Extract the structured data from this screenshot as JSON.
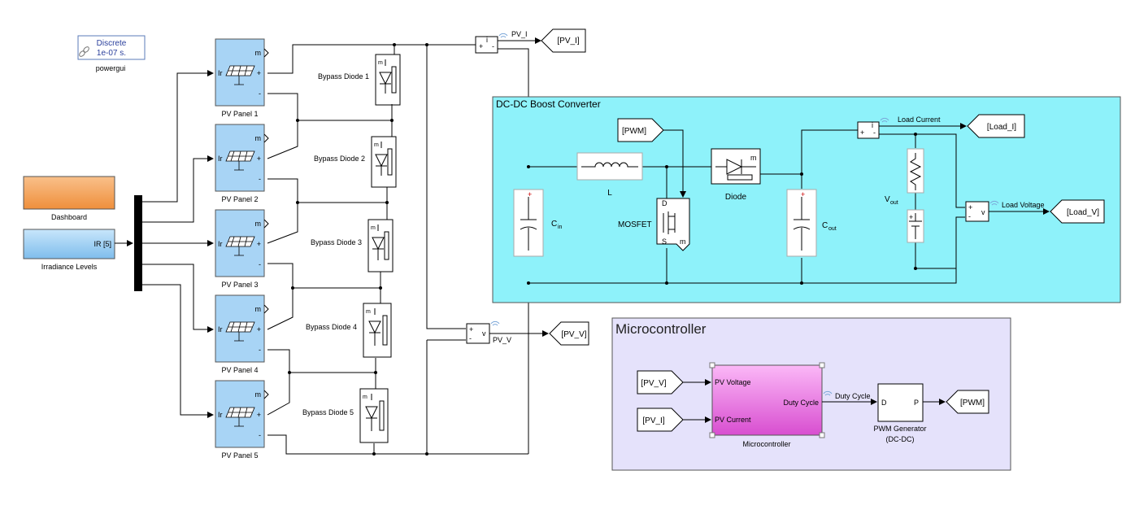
{
  "powergui": {
    "line1": "Discrete",
    "line2": "1e-07 s.",
    "label": "powergui"
  },
  "dashboard": {
    "label": "Dashboard",
    "color": "#f4a460"
  },
  "irradiance": {
    "port": "IR [5]",
    "label": "Irradiance Levels",
    "color": "#a8d4f5"
  },
  "panels": [
    {
      "label": "PV Panel 1",
      "port_in": "Ir",
      "port_m": "m",
      "port_plus": "+",
      "port_minus": "-"
    },
    {
      "label": "PV Panel 2",
      "port_in": "Ir",
      "port_m": "m",
      "port_plus": "+",
      "port_minus": "-"
    },
    {
      "label": "PV Panel 3",
      "port_in": "Ir",
      "port_m": "m",
      "port_plus": "+",
      "port_minus": "-"
    },
    {
      "label": "PV Panel 4",
      "port_in": "Ir",
      "port_m": "m",
      "port_plus": "+",
      "port_minus": "-"
    },
    {
      "label": "PV Panel 5",
      "port_in": "Ir",
      "port_m": "m",
      "port_plus": "+",
      "port_minus": "-"
    }
  ],
  "diodes": [
    {
      "label": "Bypass Diode 1"
    },
    {
      "label": "Bypass Diode 2"
    },
    {
      "label": "Bypass Diode 3"
    },
    {
      "label": "Bypass Diode 4"
    },
    {
      "label": "Bypass Diode 5"
    }
  ],
  "sensors": {
    "pv_current": {
      "signal": "PV_I",
      "tag": "[PV_I]"
    },
    "pv_voltage": {
      "signal": "PV_V",
      "tag": "[PV_V]",
      "port": "v"
    }
  },
  "boost": {
    "title": "DC-DC Boost Converter",
    "color": "#8ef2fa",
    "pwm_tag": "[PWM]",
    "inductor": "L",
    "diode": "Diode",
    "mosfet": "MOSFET",
    "cin": "C",
    "cin_sub": "in",
    "cout": "C",
    "cout_sub": "out",
    "vout": "V",
    "vout_sub": "out",
    "load_current_label": "Load Current",
    "load_current_tag": "[Load_I]",
    "load_voltage_label": "Load Voltage",
    "load_voltage_tag": "[Load_V]",
    "port_v": "v"
  },
  "micro": {
    "title": "Microcontroller",
    "color": "#e5e2fb",
    "block_color": "#f08ef0",
    "in_v_tag": "[PV_V]",
    "in_i_tag": "[PV_I]",
    "port_v": "PV Voltage",
    "port_i": "PV Current",
    "port_out": "Duty Cycle",
    "block_label": "Microcontroller",
    "duty_signal": "Duty Cycle",
    "pwm_port_d": "D",
    "pwm_port_p": "P",
    "pwm_label1": "PWM Generator",
    "pwm_label2": "(DC-DC)",
    "pwm_out_tag": "[PWM]"
  }
}
